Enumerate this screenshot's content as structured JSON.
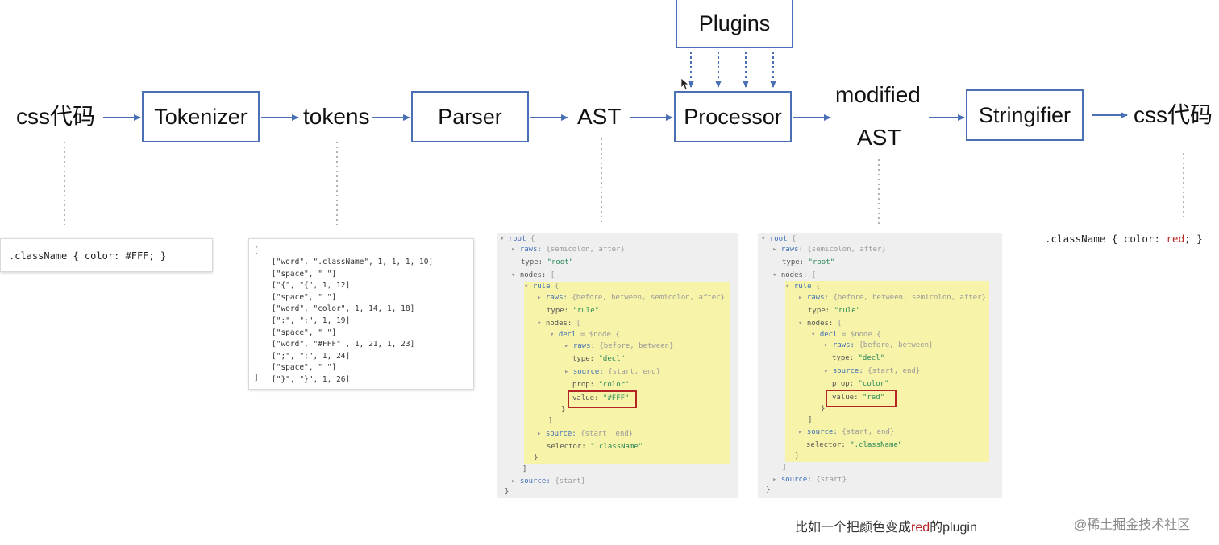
{
  "pipeline": {
    "input_label": "css代码",
    "tokenizer": "Tokenizer",
    "tokens_label": "tokens",
    "parser": "Parser",
    "ast_label": "AST",
    "processor": "Processor",
    "plugins": "Plugins",
    "modified_line1": "modified",
    "modified_line2": "AST",
    "stringifier": "Stringifier",
    "output_label": "css代码"
  },
  "input_css": ".className { color: #FFF; }",
  "output_css": {
    "prefix": ".className { color: ",
    "value": "red",
    "suffix": "; }"
  },
  "tokens": {
    "open": "[",
    "items": [
      "[\"word\", \".className\", 1, 1, 1, 10]",
      "[\"space\", \" \"]",
      "[\"{\", \"{\", 1, 12]",
      "[\"space\", \" \"]",
      "[\"word\", \"color\", 1, 14, 1, 18]",
      "[\":\", \":\", 1, 19]",
      "[\"space\", \" \"]",
      "[\"word\", \"#FFF\" , 1, 21, 1, 23]",
      "[\";\", \";\", 1, 24]",
      "[\"space\", \" \"]",
      "[\"}\", \"}\", 1, 26]"
    ],
    "close": "]"
  },
  "ast": {
    "root": "root",
    "raws": "raws:",
    "raws_root": "{semicolon, after}",
    "type_key": "type:",
    "type_root": "\"root\"",
    "nodes": "nodes:",
    "rule": "rule",
    "raws_rule": "{before, between, semicolon, after}",
    "type_rule": "\"rule\"",
    "decl": "decl",
    "decl_ref": "$node",
    "raws_decl": "{before, between}",
    "type_decl": "\"decl\"",
    "source": "source:",
    "source_full": "{start, end}",
    "source_start": "{start}",
    "prop_key": "prop:",
    "prop_val": "\"color\"",
    "value_key": "value:",
    "value_orig": "\"#FFF\"",
    "value_mod": "\"red\"",
    "selector_key": "selector:",
    "selector_val": "\".className\""
  },
  "caption": {
    "before": "比如一个把颜色变成",
    "highlight": "red",
    "after": "的plugin"
  },
  "watermark": "@稀土掘金技术社区",
  "colors": {
    "box_border": "#4a6fb5",
    "arrow": "#4a6fb5",
    "highlight": "#f7f3a8",
    "red_box": "#b52424"
  }
}
